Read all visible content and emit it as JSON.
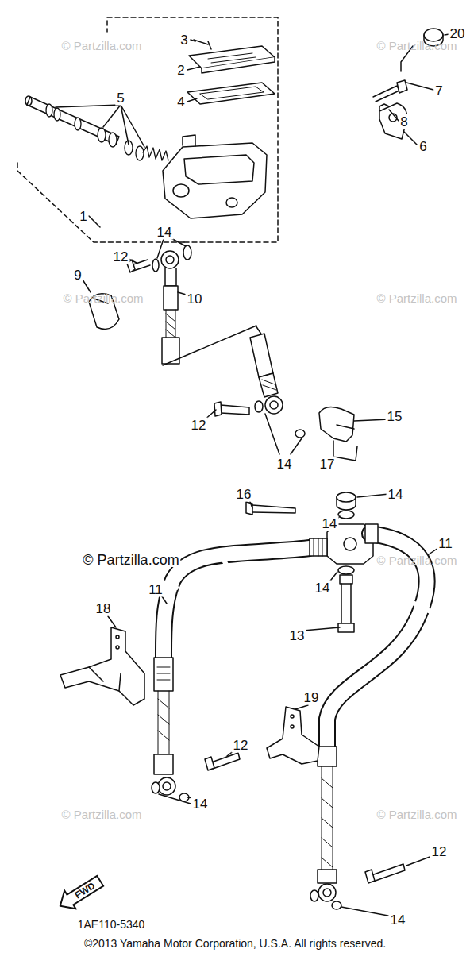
{
  "diagram": {
    "nodes": [
      {
        "text": [
          "FWD"
        ]
      }
    ],
    "labels": [
      "© Partzilla.com",
      "3",
      "20",
      "2",
      "© Partzilla.com",
      "7",
      "5",
      "4",
      "8",
      "6",
      "1",
      "14",
      "12",
      "9",
      "© Partzilla.com",
      "10",
      "© Partzilla.com",
      "15",
      "12",
      "14",
      "17",
      "14",
      "16",
      "14",
      "11",
      "© Partzilla.com",
      "© Partzilla.com",
      "11",
      "14",
      "18",
      "13",
      "19",
      "12",
      "14",
      "© Partzilla.com",
      "© Partzilla.com",
      "12",
      "14",
      "1AE110-5340",
      "©2013 Yamaha Motor Corporation, U.S.A. All rights reserved."
    ]
  }
}
